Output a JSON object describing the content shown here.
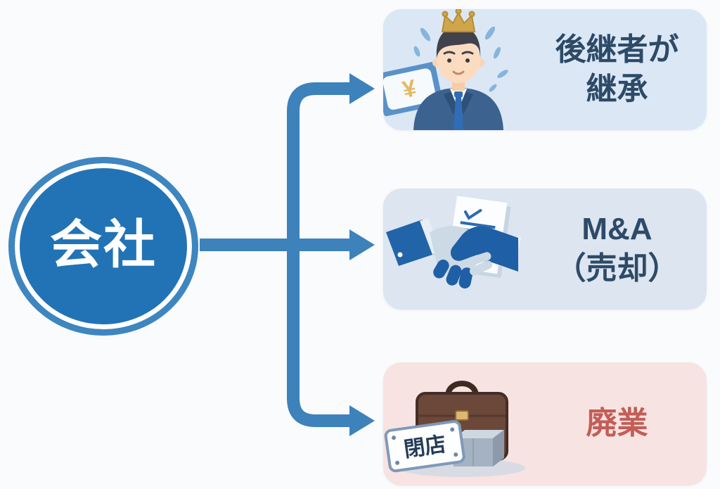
{
  "page": {
    "background_color": "#fafbfd",
    "description": "Japanese business-succession options diagram: a company branches into three outcomes"
  },
  "root": {
    "label": "会社",
    "fill_color": "#2173b6",
    "ring_color": "#3d86c0",
    "text_color": "#ffffff"
  },
  "connector": {
    "arrow_color": "#3d82ba",
    "branch_count": 3
  },
  "cards": [
    {
      "id": "succession",
      "line1": "後継者が",
      "line2": "継承",
      "text_color": "#2d4a67",
      "bg_color": "#dbe7f5",
      "icon": "successor-with-crown-illustration",
      "cert_symbol": "¥"
    },
    {
      "id": "ma-sale",
      "line1": "M&A",
      "line2": "（売却）",
      "text_color": "#2d4a67",
      "bg_color": "#dce5f0",
      "icon": "handshake-document-illustration"
    },
    {
      "id": "closure",
      "line1": "廃業",
      "line2": "",
      "text_color": "#c25e57",
      "bg_color": "#f7e3e2",
      "icon": "briefcase-closed-sign-illustration",
      "sign_text": "閉店"
    }
  ]
}
